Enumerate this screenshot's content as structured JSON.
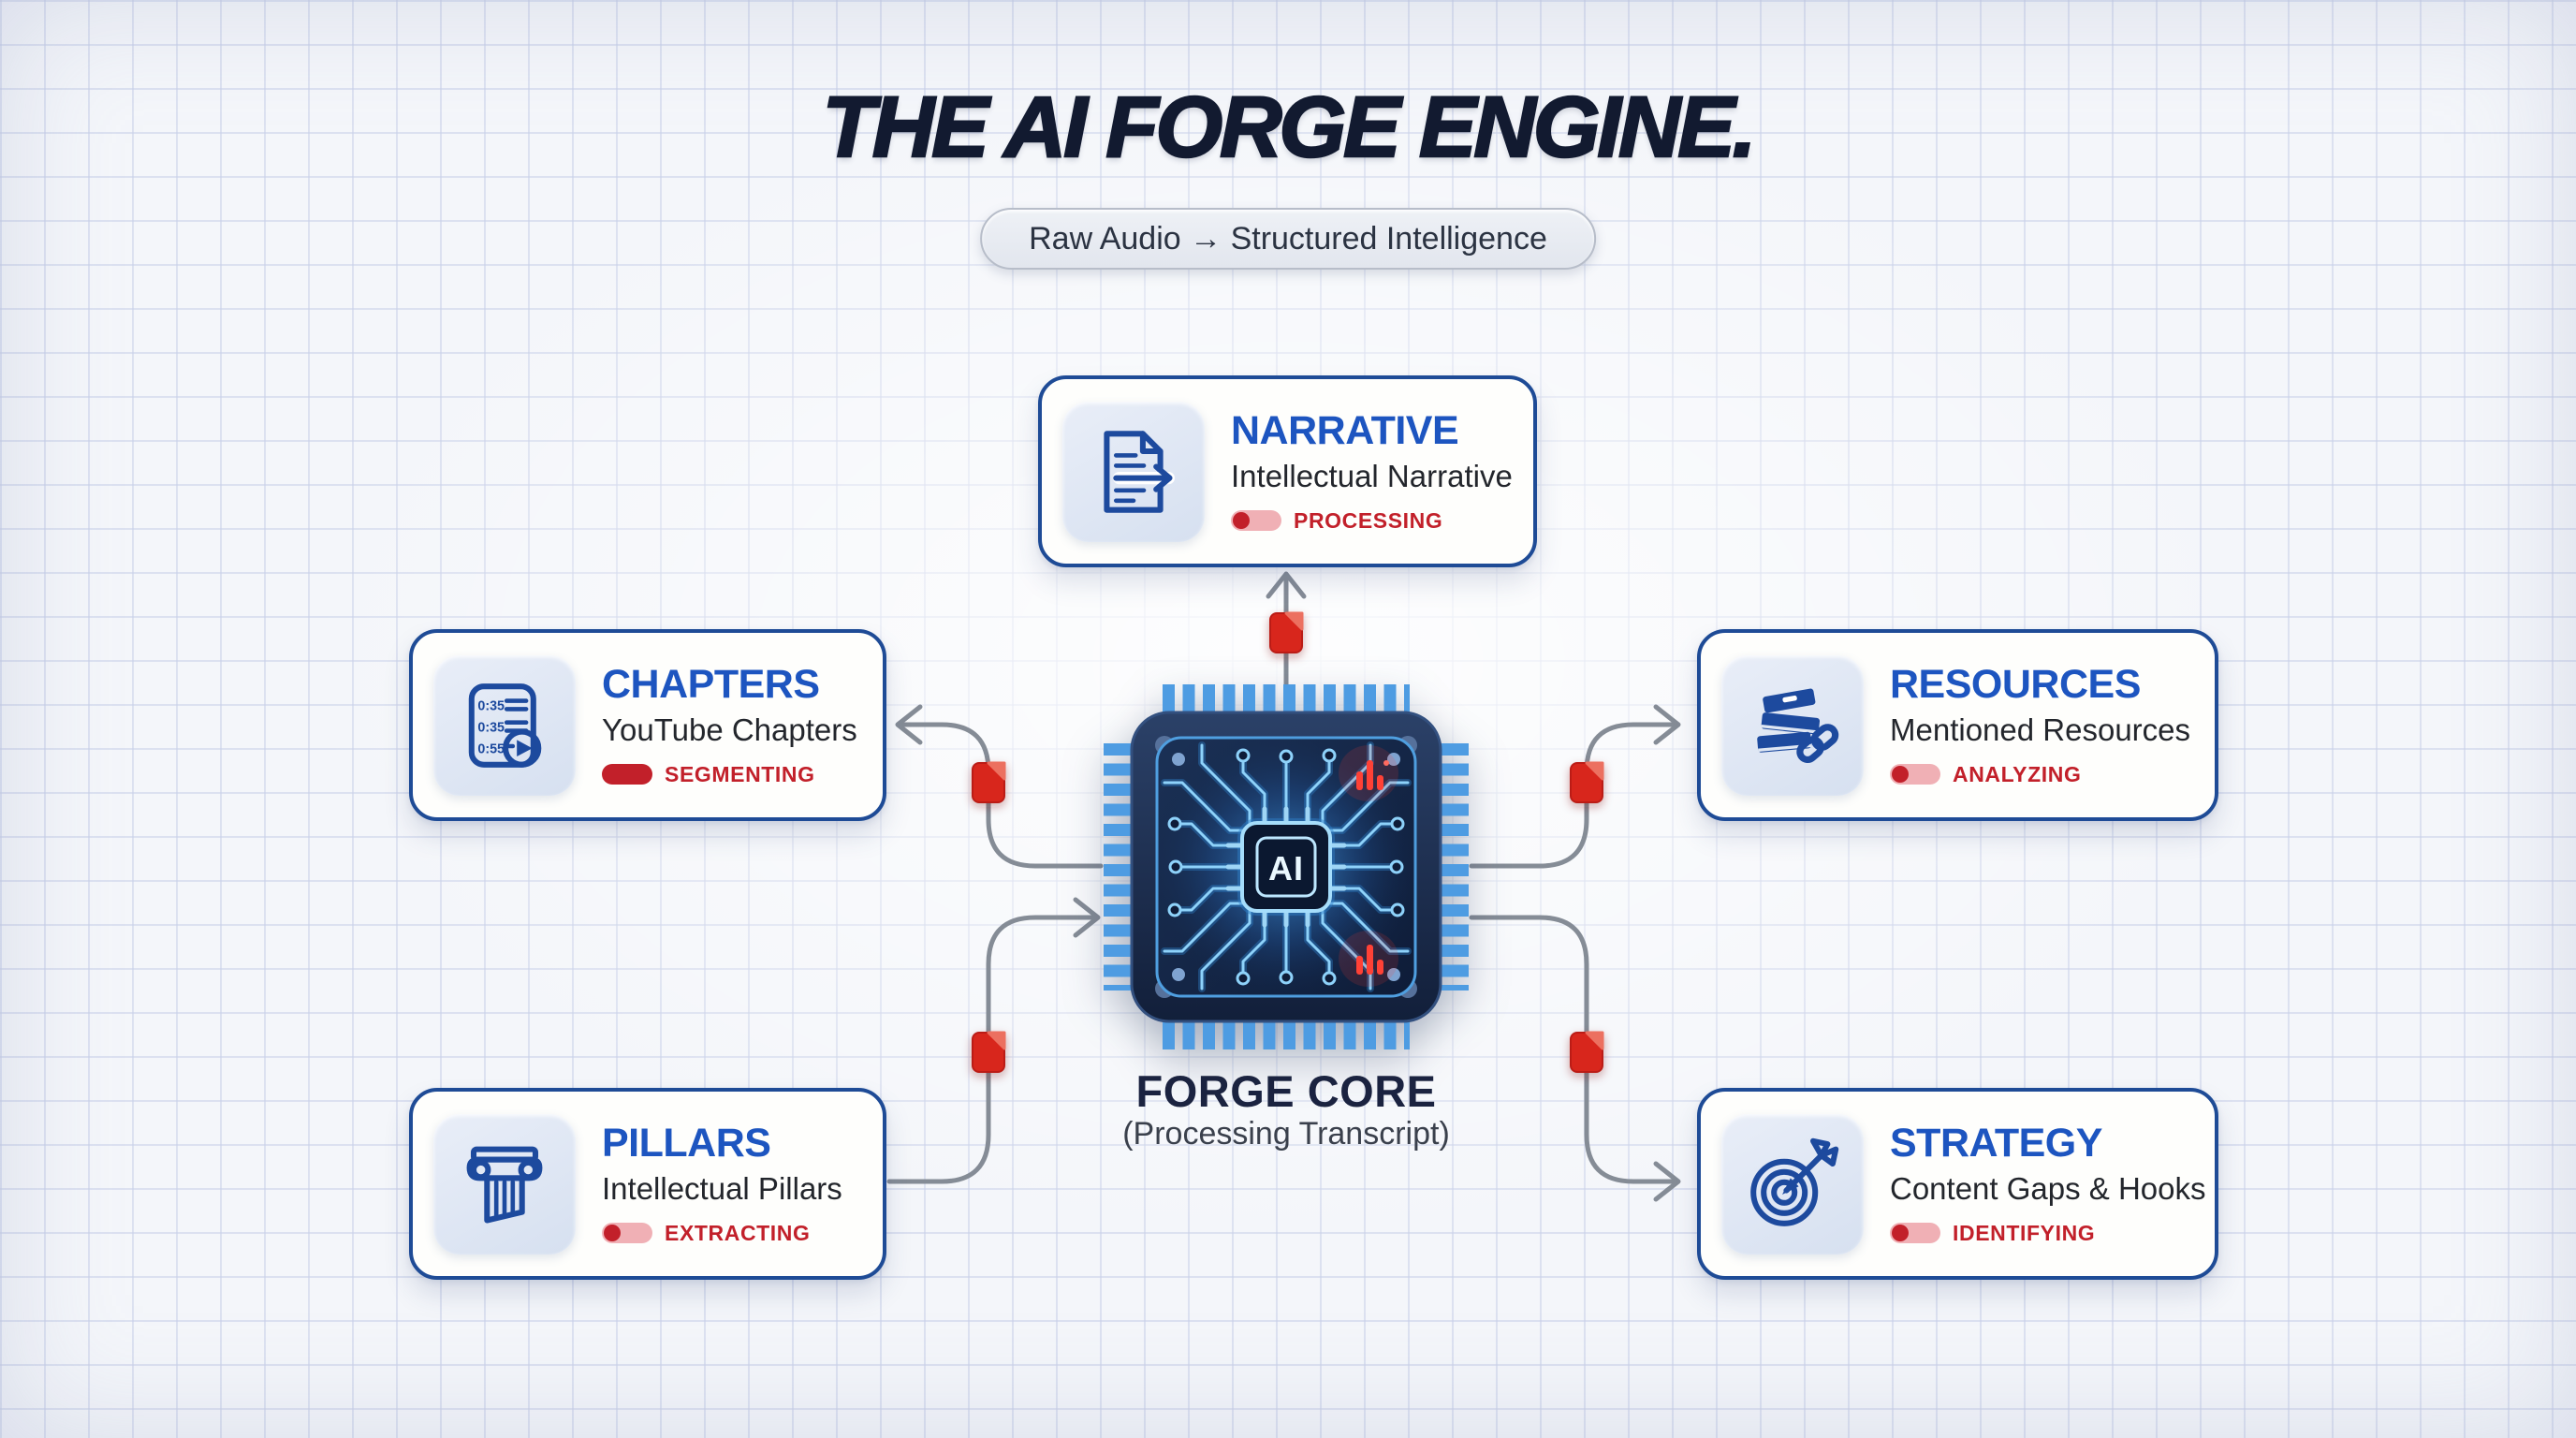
{
  "colors": {
    "background": "#f4f6fa",
    "grid_line": "#c8d0e8",
    "navy_border": "#1e4b96",
    "heading_navy": "#121a30",
    "card_title_blue": "#1d55c0",
    "subtitle_gray": "#23262c",
    "status_red": "#c2202a",
    "status_red_light": "#f0b0b5",
    "connector_gray": "#858c96",
    "file_marker_red": "#d8251f",
    "chip_pin_blue": "#4e9ce2",
    "circuit_cyan": "#8ed2fa"
  },
  "header": {
    "title": "THE AI FORGE ENGINE.",
    "badge": "Raw Audio → Structured Intelligence"
  },
  "core": {
    "icon": "ai-chip-icon",
    "chip_label": "AI",
    "title": "FORGE CORE",
    "subtitle": "(Processing Transcript)"
  },
  "cards": [
    {
      "id": "narrative",
      "icon": "document-arrow-icon",
      "title": "NARRATIVE",
      "subtitle": "Intellectual Narrative",
      "status": "PROCESSING",
      "indicator": "partial"
    },
    {
      "id": "chapters",
      "icon": "chapter-list-play-icon",
      "title": "CHAPTERS",
      "subtitle": "YouTube Chapters",
      "status": "SEGMENTING",
      "indicator": "full",
      "icon_rows": [
        "0:35",
        "0:35",
        "0:55"
      ]
    },
    {
      "id": "pillars",
      "icon": "classical-column-icon",
      "title": "PILLARS",
      "subtitle": "Intellectual Pillars",
      "status": "EXTRACTING",
      "indicator": "partial"
    },
    {
      "id": "resources",
      "icon": "books-chain-icon",
      "title": "RESOURCES",
      "subtitle": "Mentioned Resources",
      "status": "ANALYZING",
      "indicator": "partial"
    },
    {
      "id": "strategy",
      "icon": "target-arrow-icon",
      "title": "STRATEGY",
      "subtitle": "Content Gaps & Hooks",
      "status": "IDENTIFYING",
      "indicator": "partial"
    }
  ],
  "connectors": [
    {
      "from": "core",
      "to": "narrative",
      "marker": "red-file-icon"
    },
    {
      "from": "core",
      "to": "chapters",
      "marker": "red-file-icon"
    },
    {
      "from": "pillars",
      "to": "core",
      "marker": "red-file-icon"
    },
    {
      "from": "core",
      "to": "resources",
      "marker": "red-file-icon"
    },
    {
      "from": "core",
      "to": "strategy",
      "marker": "red-file-icon"
    }
  ]
}
